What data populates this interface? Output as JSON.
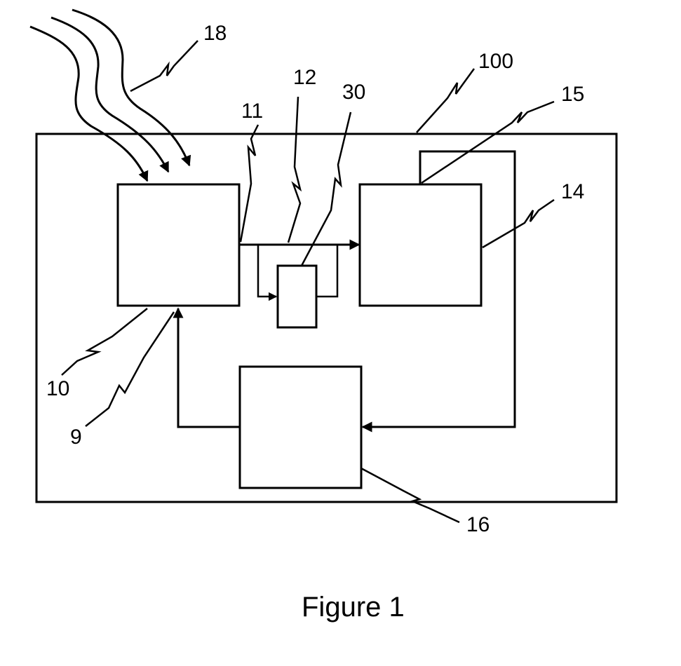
{
  "figure": {
    "caption": "Figure 1",
    "labels": {
      "ref_18": "18",
      "ref_100": "100",
      "ref_12": "12",
      "ref_30": "30",
      "ref_11": "11",
      "ref_15": "15",
      "ref_14": "14",
      "ref_10": "10",
      "ref_9": "9",
      "ref_16": "16"
    }
  }
}
